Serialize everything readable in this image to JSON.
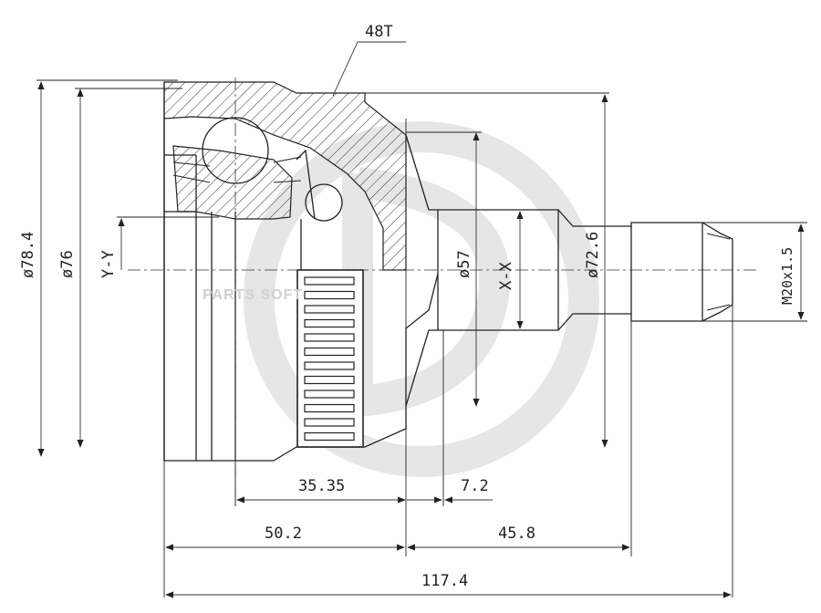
{
  "teeth_label": "48T",
  "watermark_text": "PARTS SOFT",
  "dimensions": {
    "d_outer": "ø78.4",
    "d_inner": "ø76",
    "axis_y": "Y-Y",
    "d_shaft": "ø57",
    "axis_x": "X-X",
    "d_abs": "ø72.6",
    "thread": "M20x1.5",
    "len_a": "35.35",
    "len_b": "7.2",
    "len_c": "50.2",
    "len_d": "45.8",
    "len_total": "117.4"
  }
}
